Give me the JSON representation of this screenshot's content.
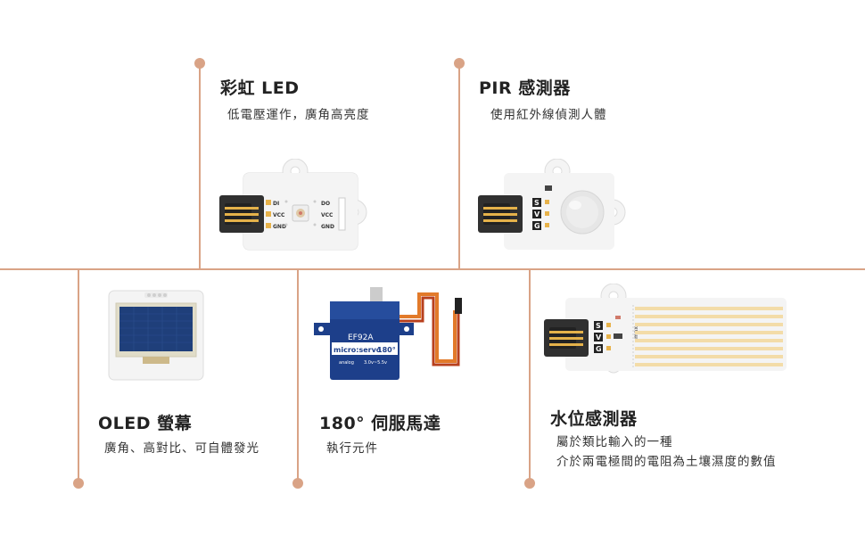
{
  "modules": [
    {
      "title": "彩虹 LED",
      "desc": [
        "低電壓運作，廣角高亮度"
      ],
      "pins_left": [
        "DI",
        "VCC",
        "GND"
      ],
      "pins_right": [
        "DO",
        "VCC",
        "GND"
      ]
    },
    {
      "title": "PIR 感測器",
      "desc": [
        "使用紅外線偵測人體"
      ],
      "pins": [
        "S",
        "V",
        "G"
      ]
    },
    {
      "title": "OLED 螢幕",
      "desc": [
        "廣角、高對比、可自體發光"
      ]
    },
    {
      "title": "180° 伺服馬達",
      "desc": [
        "執行元件"
      ],
      "label_model": "EF92A",
      "label_brand": "micro:servo",
      "label_angle": "180°",
      "label_type": "analog",
      "label_voltage": "3.0v~5.5v"
    },
    {
      "title": "水位感測器",
      "desc": [
        "屬於類比輸入的一種",
        "介於兩電極間的電阻為土壤濕度的數值"
      ],
      "pins": [
        "S",
        "V",
        "G"
      ],
      "max_label": "max"
    }
  ],
  "colors": {
    "line": "#d9a386",
    "accent": "#d07a6a",
    "board": "#f2f2f2",
    "gold": "#e7b24a"
  }
}
